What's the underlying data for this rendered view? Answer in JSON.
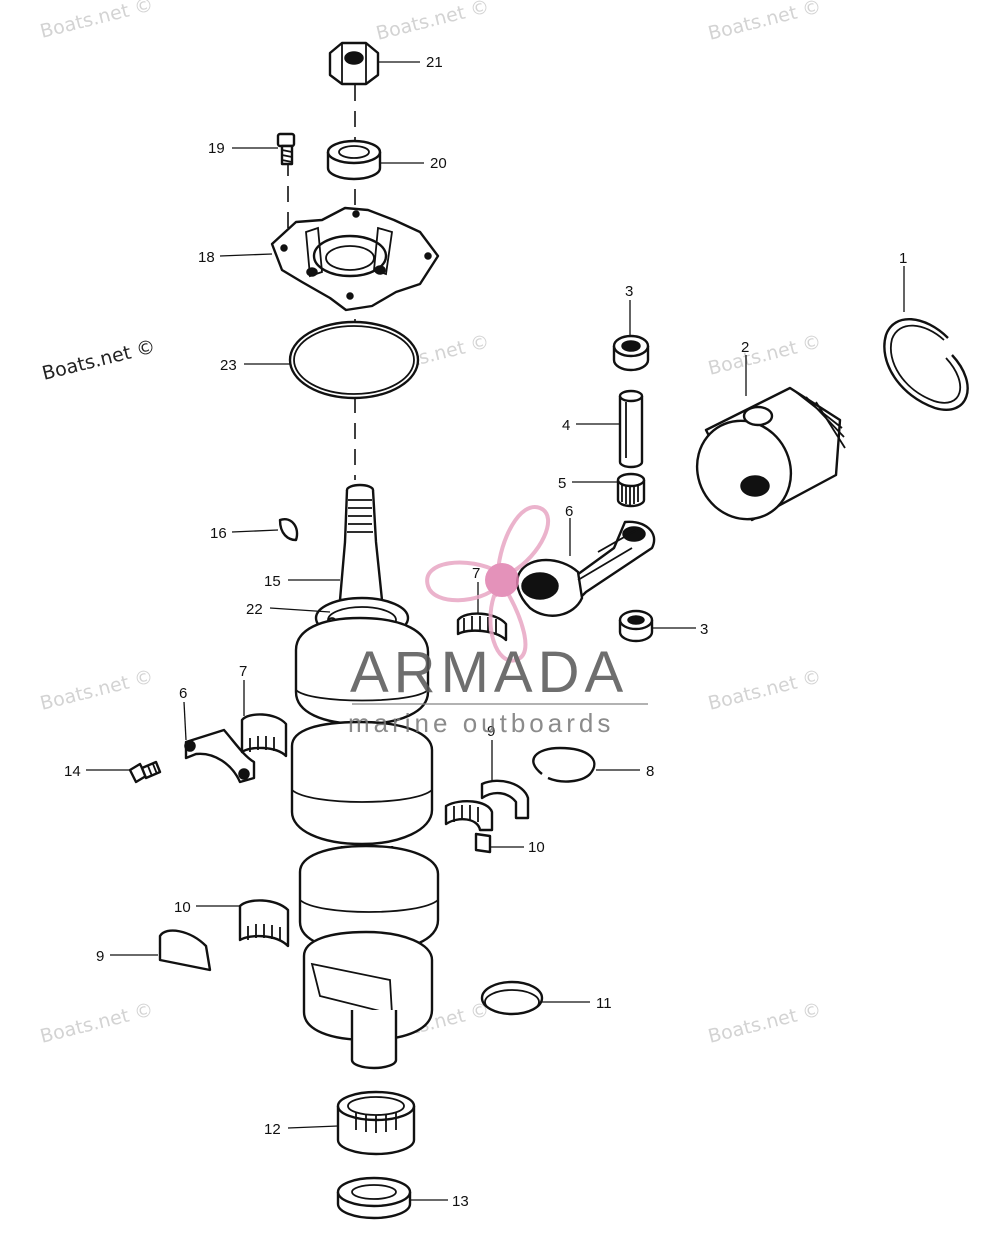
{
  "diagram": {
    "watermark_text": "Boats.net ©",
    "logo": {
      "name": "ARMADA",
      "tagline": "marine outboards",
      "colors": {
        "propeller": "#e8a6c4",
        "hub": "#e07fae",
        "text": "#555555",
        "tagline": "#777777"
      }
    },
    "callouts": {
      "c1": "1",
      "c2": "2",
      "c3a": "3",
      "c3b": "3",
      "c4": "4",
      "c5": "5",
      "c6a": "6",
      "c6b": "6",
      "c7a": "7",
      "c7b": "7",
      "c8": "8",
      "c9a": "9",
      "c9b": "9",
      "c10a": "10",
      "c10b": "10",
      "c11": "11",
      "c12": "12",
      "c13": "13",
      "c14": "14",
      "c15": "15",
      "c16": "16",
      "c18": "18",
      "c19": "19",
      "c20": "20",
      "c21": "21",
      "c22": "22",
      "c23": "23"
    }
  }
}
